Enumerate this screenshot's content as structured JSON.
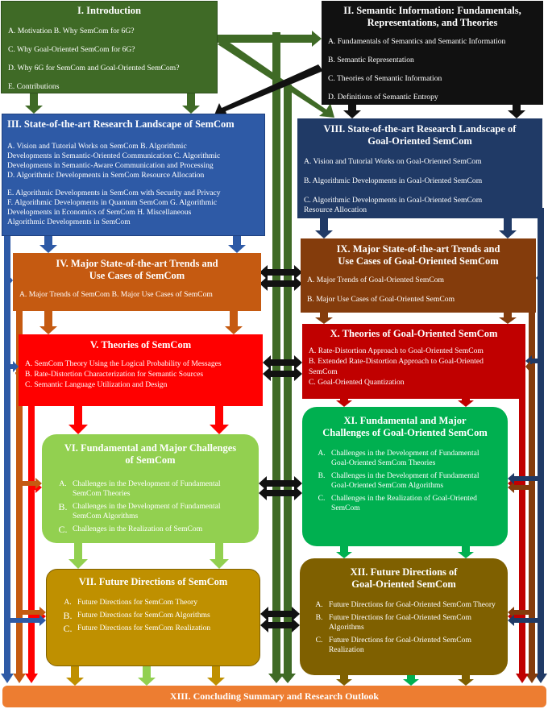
{
  "colors": {
    "intro": "#3f6a26",
    "semantic_info": "#111111",
    "landscape": "#2e5aa6",
    "go_landscape": "#203a66",
    "trends": "#c55a11",
    "go_trends": "#843c0c",
    "theories": "#ff0000",
    "go_theories": "#c00000",
    "challenges": "#92d050",
    "go_challenges": "#00b050",
    "future": "#bf9000",
    "go_future": "#7f6000",
    "conclusion": "#ed7d31"
  },
  "intro": {
    "title": "I. Introduction",
    "lines": [
      "A. Motivation     B. Why SemCom for 6G?",
      "C. Why Goal-Oriented SemCom for 6G?",
      "D. Why 6G for SemCom and Goal-Oriented SemCom?",
      "E. Contributions"
    ]
  },
  "semantic_info": {
    "title": "II. Semantic Information: Fundamentals,\nRepresentations, and Theories",
    "lines": [
      "A. Fundamentals of Semantics and Semantic Information",
      "B. Semantic Representation",
      "C. Theories of Semantic Information",
      "D. Definitions of Semantic Entropy"
    ]
  },
  "landscape": {
    "title": "III. State-of-the-art Research Landscape of SemCom",
    "lines": [
      "A. Vision and Tutorial Works on SemCom   B. Algorithmic",
      "Developments in Semantic-Oriented Communication  C. Algorithmic",
      "Developments in Semantic-Aware Communication and Processing",
      "D. Algorithmic Developments in SemCom Resource Allocation",
      "E. Algorithmic Developments in SemCom with Security and Privacy",
      "F. Algorithmic Developments in Quantum SemCom   G. Algorithmic",
      "Developments in Economics of SemCom   H. Miscellaneous",
      "Algorithmic Developments in SemCom"
    ]
  },
  "go_landscape": {
    "title": "VIII. State-of-the-art Research Landscape of\nGoal-Oriented SemCom",
    "lines": [
      "A. Vision and Tutorial Works on Goal-Oriented SemCom",
      "B. Algorithmic Developments in Goal-Oriented SemCom",
      "C.  Algorithmic Developments in Goal-Oriented SemCom",
      "Resource Allocation"
    ]
  },
  "trends": {
    "title": "IV. Major State-of-the-art Trends and\nUse Cases of SemCom",
    "lines": [
      "A. Major Trends of SemCom   B. Major Use Cases of SemCom"
    ]
  },
  "go_trends": {
    "title": "IX. Major State-of-the-art Trends and\nUse Cases of Goal-Oriented SemCom",
    "lines": [
      "A. Major Trends of Goal-Oriented SemCom",
      "B. Major Use Cases of Goal-Oriented SemCom"
    ]
  },
  "theories": {
    "title": "V. Theories of SemCom",
    "lines": [
      "A. SemCom Theory Using the Logical Probability of Messages",
      "B. Rate-Distortion Characterization for Semantic Sources",
      "C. Semantic Language Utilization and Design"
    ]
  },
  "go_theories": {
    "title": "X. Theories of Goal-Oriented SemCom",
    "lines": [
      "A. Rate-Distortion Approach to Goal-Oriented SemCom",
      "B. Extended Rate-Distortion Approach to Goal-Oriented",
      "SemCom",
      "C. Goal-Oriented Quantization"
    ]
  },
  "challenges": {
    "title": "VI. Fundamental and Major Challenges\nof SemCom",
    "items": [
      {
        "label": "A.",
        "text": "Challenges in the Development of Fundamental SemCom Theories"
      },
      {
        "label": "B.",
        "text": "Challenges in the Development of Fundamental SemCom Algorithms"
      },
      {
        "label": "C.",
        "text": "Challenges in the Realization of SemCom"
      }
    ]
  },
  "go_challenges": {
    "title": "XI. Fundamental and Major\nChallenges of Goal-Oriented SemCom",
    "items": [
      {
        "label": "A.",
        "text": "Challenges in the Development of Fundamental Goal-Oriented SemCom Theories"
      },
      {
        "label": "B.",
        "text": "Challenges in the Development of Fundamental Goal-Oriented SemCom Algorithms"
      },
      {
        "label": "C.",
        "text": "Challenges in the Realization of Goal-Oriented SemCom"
      }
    ]
  },
  "future": {
    "title": "VII. Future Directions of SemCom",
    "items": [
      {
        "label": "A.",
        "text": "Future Directions for SemCom Theory"
      },
      {
        "label": "B.",
        "text": "Future Directions for SemCom Algorithms"
      },
      {
        "label": "C.",
        "text": "Future Directions for SemCom Realization"
      }
    ]
  },
  "go_future": {
    "title": "XII. Future Directions of\nGoal-Oriented SemCom",
    "items": [
      {
        "label": "A.",
        "text": "Future Directions for Goal-Oriented SemCom Theory"
      },
      {
        "label": "B.",
        "text": "Future Directions for Goal-Oriented SemCom Algorithms"
      },
      {
        "label": "C.",
        "text": "Future Directions for Goal-Oriented SemCom Realization"
      }
    ]
  },
  "conclusion": {
    "title": "XIII. Concluding Summary and Research Outlook"
  }
}
